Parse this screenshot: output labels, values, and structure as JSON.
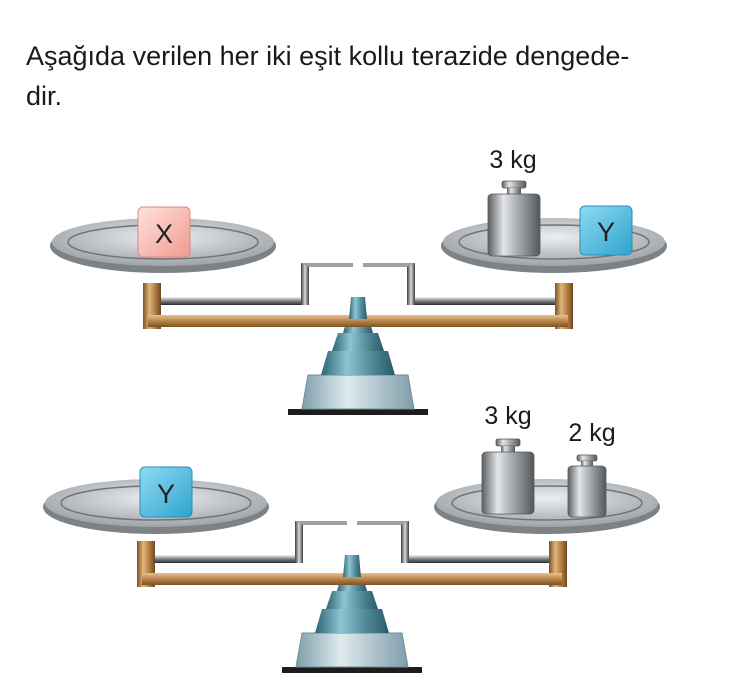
{
  "question": {
    "line1": "Aşağıda verilen her iki eşit kollu terazide dengede-",
    "line2": "dir."
  },
  "scales": [
    {
      "left_items": [
        {
          "kind": "box",
          "label": "X",
          "color": "#f4a39a"
        }
      ],
      "right_items": [
        {
          "kind": "weight",
          "label": "3 kg"
        },
        {
          "kind": "box",
          "label": "Y",
          "color": "#3fb3dc"
        }
      ]
    },
    {
      "left_items": [
        {
          "kind": "box",
          "label": "Y",
          "color": "#3fb3dc"
        }
      ],
      "right_items": [
        {
          "kind": "weight",
          "label": "3 kg"
        },
        {
          "kind": "weight",
          "label": "2 kg"
        }
      ]
    }
  ],
  "colors": {
    "pan": "#c9cdd0",
    "arm_brass": "#b98a52",
    "base_teal": "#4f8797",
    "weight_metal": "#9a9da0"
  }
}
